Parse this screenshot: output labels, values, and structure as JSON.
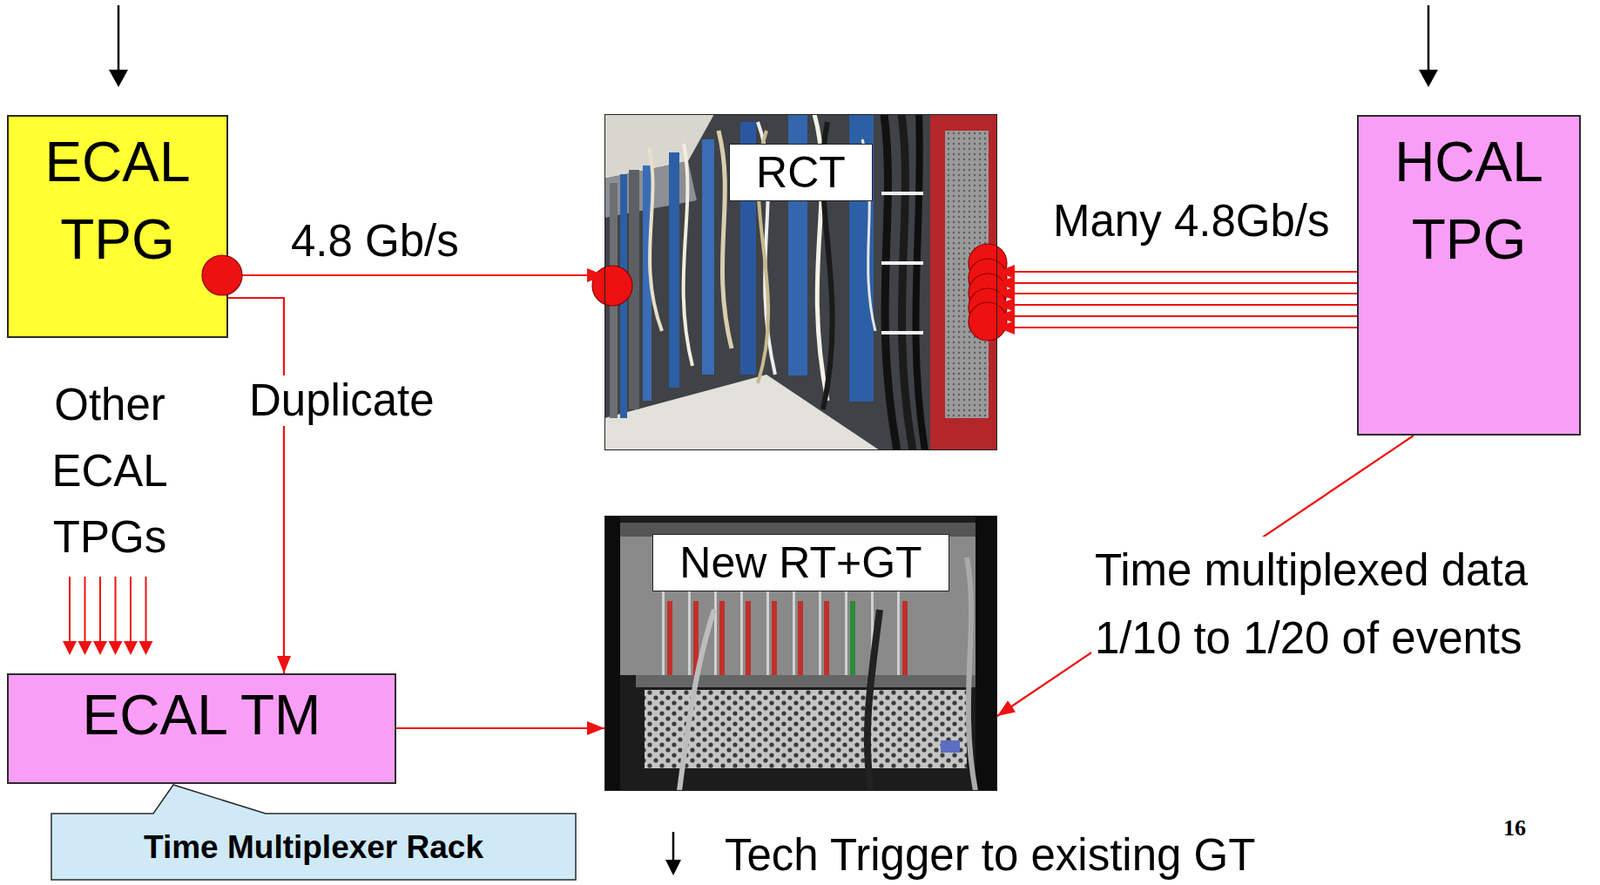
{
  "diagram": {
    "nodes": [
      {
        "text": [
          "ECAL TPG"
        ]
      },
      {
        "text": [
          "RCT"
        ]
      },
      {
        "text": [
          "HCAL TPG"
        ]
      },
      {
        "text": [
          "ECAL TM"
        ]
      },
      {
        "text": [
          "New RT+GT"
        ]
      },
      {
        "text": [
          "Time Multiplexer Rack"
        ]
      }
    ],
    "edges": [
      {
        "from": 0,
        "to": 1,
        "label": "4.8 Gb/s",
        "arrow": "to"
      },
      {
        "from": 0,
        "to": 3,
        "label": "Duplicate",
        "arrow": "to"
      },
      {
        "from": 2,
        "to": 1,
        "label": "Many 4.8Gb/s",
        "arrow": "to"
      },
      {
        "from": 3,
        "to": 4,
        "arrow": "to"
      },
      {
        "from": 2,
        "to": 4,
        "label": "Time multiplexed data 1/10 to 1/20 of events",
        "arrow": "to"
      }
    ],
    "labels": [
      "Other ECAL TPGs",
      "Tech Trigger to existing GT",
      "16"
    ]
  }
}
